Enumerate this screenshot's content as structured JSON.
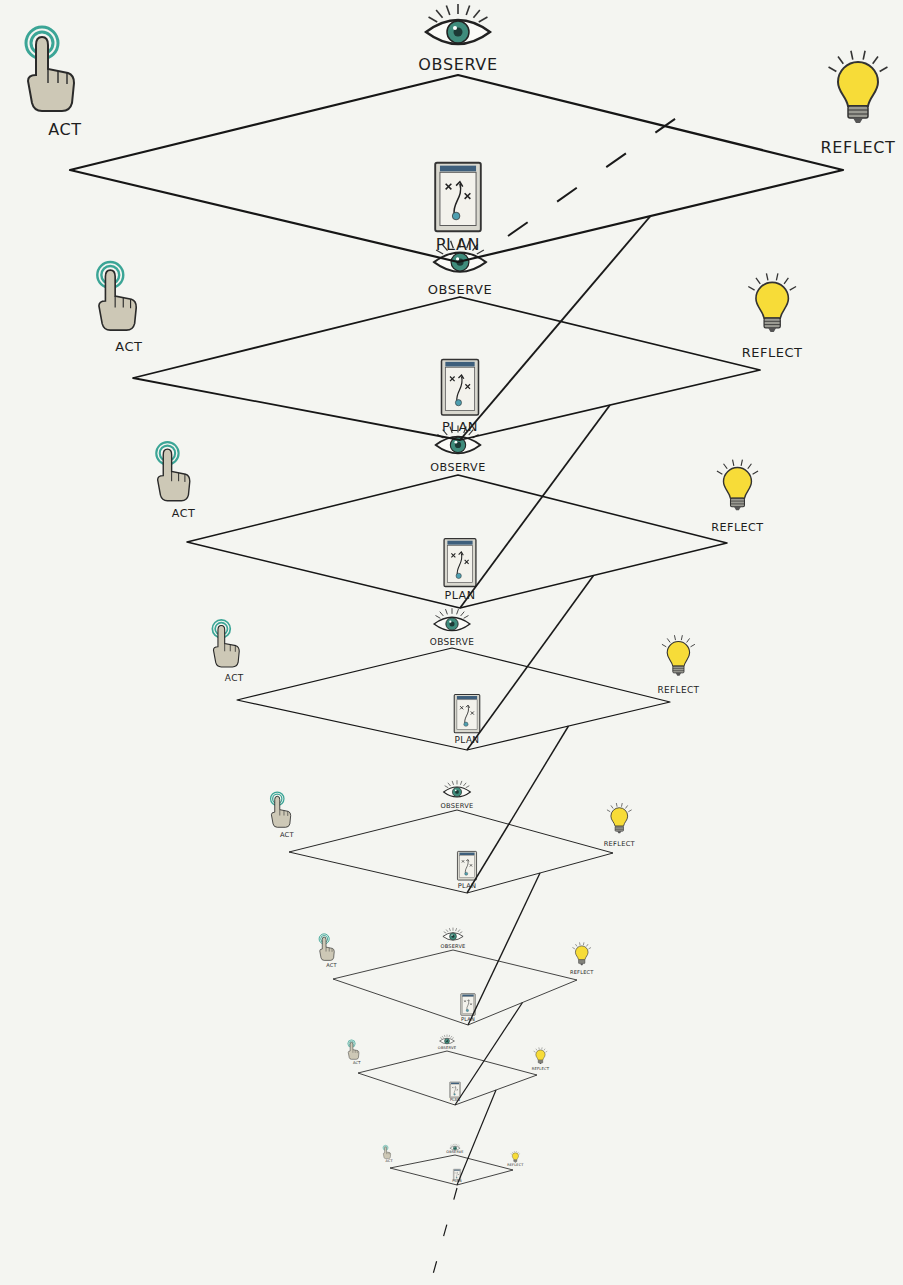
{
  "diagram": {
    "nodes": [
      {
        "text": [
          "OBSERVE",
          "ACT",
          "REFLECT",
          "PLAN"
        ]
      },
      {
        "text": [
          "OBSERVE",
          "ACT",
          "REFLECT",
          "PLAN"
        ]
      },
      {
        "text": [
          "OBSERVE",
          "ACT",
          "REFLECT",
          "PLAN"
        ]
      },
      {
        "text": [
          "OBSERVE",
          "ACT",
          "REFLECT",
          "PLAN"
        ]
      },
      {
        "text": [
          "OBSERVE",
          "ACT",
          "REFLECT",
          "PLAN"
        ]
      },
      {
        "text": [
          "OBSERVE",
          "ACT",
          "REFLECT",
          "PLAN"
        ]
      },
      {
        "text": [
          "OBSERVE",
          "ACT",
          "REFLECT",
          "PLAN"
        ]
      },
      {
        "text": [
          "OBSERVE",
          "ACT",
          "REFLECT",
          "PLAN"
        ]
      }
    ],
    "edges": [
      {
        "from": 0,
        "to": 1,
        "arrow": "none"
      },
      {
        "from": 1,
        "to": 2,
        "arrow": "none"
      },
      {
        "from": 2,
        "to": 3,
        "arrow": "none"
      },
      {
        "from": 3,
        "to": 4,
        "arrow": "none"
      },
      {
        "from": 4,
        "to": 5,
        "arrow": "none"
      },
      {
        "from": 5,
        "to": 6,
        "arrow": "none"
      },
      {
        "from": 6,
        "to": 7,
        "arrow": "none"
      }
    ]
  }
}
